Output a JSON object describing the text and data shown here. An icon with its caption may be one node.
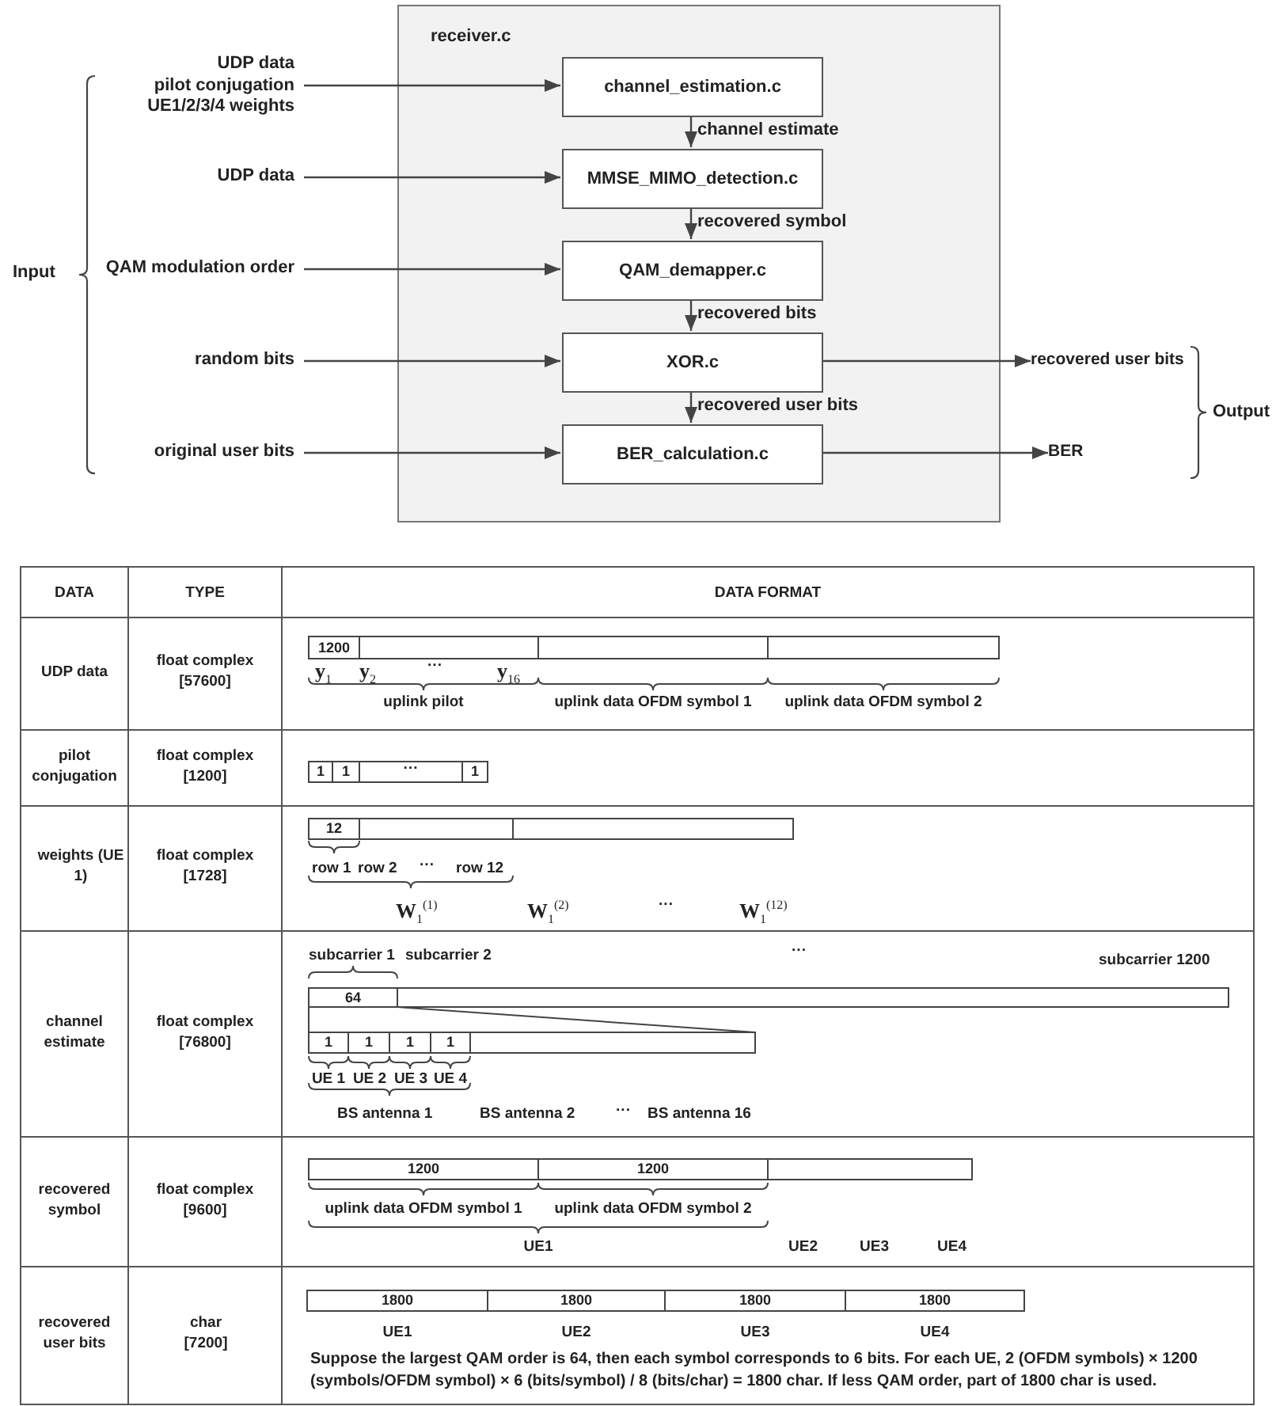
{
  "diagram": {
    "nodes": [
      {
        "text": [
          "receiver.c"
        ]
      },
      {
        "text": [
          "channel_estimation.c"
        ],
        "in": 0
      },
      {
        "text": [
          "MMSE_MIMO_detection.c"
        ],
        "in": 0
      },
      {
        "text": [
          "QAM_demapper.c"
        ],
        "in": 0
      },
      {
        "text": [
          "XOR.c"
        ],
        "in": 0
      },
      {
        "text": [
          "BER_calculation.c"
        ],
        "in": 0
      },
      {
        "text": [
          "UDP data",
          "pilot conjugation",
          "UE1/2/3/4 weights"
        ]
      },
      {
        "text": [
          "UDP data"
        ]
      },
      {
        "text": [
          "QAM modulation order"
        ]
      },
      {
        "text": [
          "random bits"
        ]
      },
      {
        "text": [
          "original user bits"
        ]
      },
      {
        "text": [
          "recovered user bits"
        ]
      },
      {
        "text": [
          "BER"
        ]
      }
    ],
    "edges": [
      {
        "from": 6,
        "to": 1,
        "arrow": "to"
      },
      {
        "from": 1,
        "to": 2,
        "arrow": "to",
        "label": "channel estimate"
      },
      {
        "from": 7,
        "to": 2,
        "arrow": "to"
      },
      {
        "from": 2,
        "to": 3,
        "arrow": "to",
        "label": "recovered symbol"
      },
      {
        "from": 8,
        "to": 3,
        "arrow": "to"
      },
      {
        "from": 3,
        "to": 4,
        "arrow": "to",
        "label": "recovered bits"
      },
      {
        "from": 9,
        "to": 4,
        "arrow": "to"
      },
      {
        "from": 4,
        "to": 11,
        "arrow": "to"
      },
      {
        "from": 4,
        "to": 5,
        "arrow": "to",
        "label": "recovered user bits"
      },
      {
        "from": 10,
        "to": 5,
        "arrow": "to"
      },
      {
        "from": 5,
        "to": 12,
        "arrow": "to"
      }
    ],
    "labels": [
      "Input",
      "Output",
      "DATA",
      "TYPE",
      "DATA FORMAT",
      "UDP data",
      "float complex [57600]",
      "1200",
      "y$_{1}$",
      "y$_{2}$",
      "···",
      "y$_{16}$",
      "uplink pilot",
      "uplink data OFDM symbol 1",
      "uplink data OFDM symbol 2",
      "pilot conjugation",
      "float complex [1200]",
      "1",
      "1",
      "···",
      "1",
      "weights (UE 1)",
      "float complex [1728]",
      "12",
      "row 1",
      "row 2",
      "···",
      "row 12",
      "W$_{1}$$^{(1)}$",
      "W$_{1}$$^{(2)}$",
      "···",
      "W$_{1}$$^{(12)}$",
      "channel estimate",
      "float complex [76800]",
      "subcarrier 1",
      "subcarrier 2",
      "···",
      "subcarrier 1200",
      "64",
      "1",
      "1",
      "1",
      "1",
      "UE 1",
      "UE 2",
      "UE 3",
      "UE 4",
      "BS antenna 1",
      "BS antenna 2",
      "···",
      "BS antenna 16",
      "recovered symbol",
      "float complex [9600]",
      "1200",
      "1200",
      "uplink data OFDM symbol 1",
      "uplink data OFDM symbol 2",
      "UE1",
      "UE2",
      "UE3",
      "UE4",
      "recovered user bits",
      "char [7200]",
      "1800",
      "1800",
      "1800",
      "1800",
      "UE1",
      "UE2",
      "UE3",
      "UE4",
      "Suppose the largest QAM order is 64, then each symbol corresponds to 6 bits. For each UE, 2 (OFDM symbols) × 1200 (symbols/OFDM symbol) × 6 (bits/symbol) / 8 (bits/char) = 1800 char. If less QAM order, part of 1800 char is used."
    ]
  }
}
